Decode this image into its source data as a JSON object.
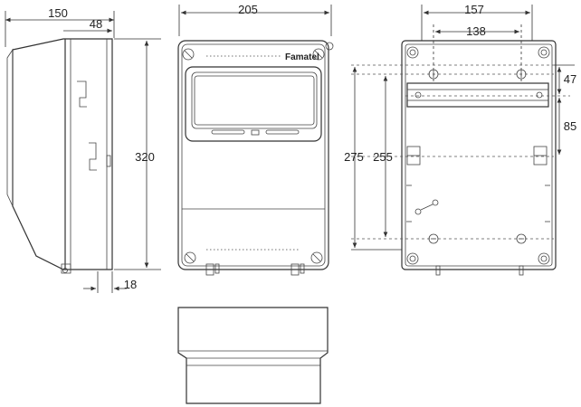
{
  "brand": "Famatel",
  "dimensions": {
    "width_150": "150",
    "width_48": "48",
    "height_320": "320",
    "depth_18": "18",
    "width_205": "205",
    "width_157": "157",
    "width_138": "138",
    "height_275": "275",
    "height_255": "255",
    "offset_47": "47",
    "offset_85": "85"
  },
  "colors": {
    "line": "#333333",
    "window_fill": "#e2e2e2",
    "rail_fill": "#d8d8d8"
  }
}
